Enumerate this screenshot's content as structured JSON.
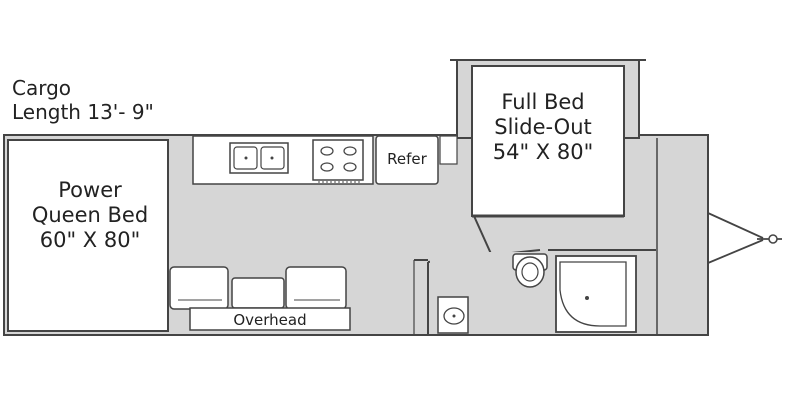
{
  "labels": {
    "cargo": [
      "Cargo",
      "Length 13'- 9\""
    ],
    "queen_bed": [
      "Power",
      "Queen Bed",
      "60\" X 80\""
    ],
    "full_bed": [
      "Full Bed",
      "Slide-Out",
      "54\" X 80\""
    ],
    "refer": "Refer",
    "overhead": "Overhead"
  },
  "colors": {
    "floor": "#d6d6d6",
    "wall": "#444444",
    "fixture": "#ffffff"
  }
}
